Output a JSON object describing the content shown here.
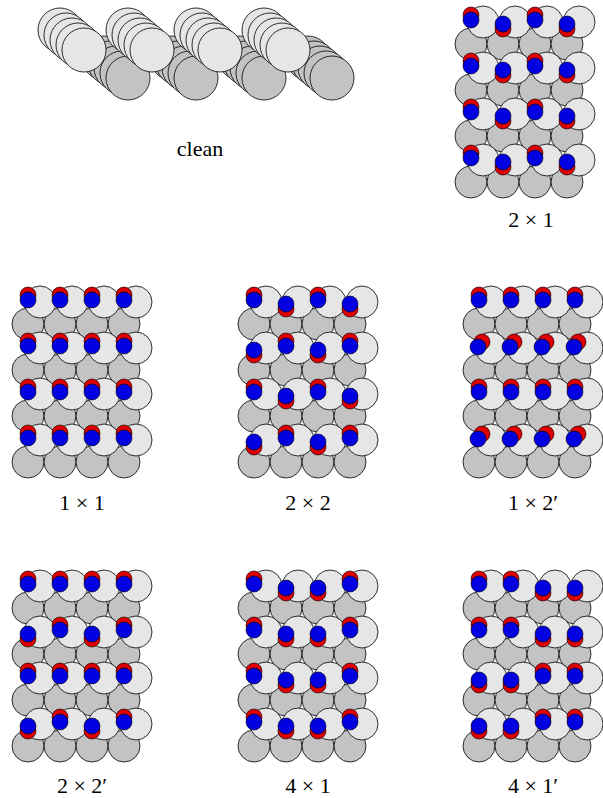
{
  "diagram": {
    "labels": [
      "clean",
      "2 × 1",
      "1 × 1",
      "2 × 2",
      "1 × 2′",
      "2 × 2′",
      "4 × 1",
      "4 × 1′"
    ]
  }
}
